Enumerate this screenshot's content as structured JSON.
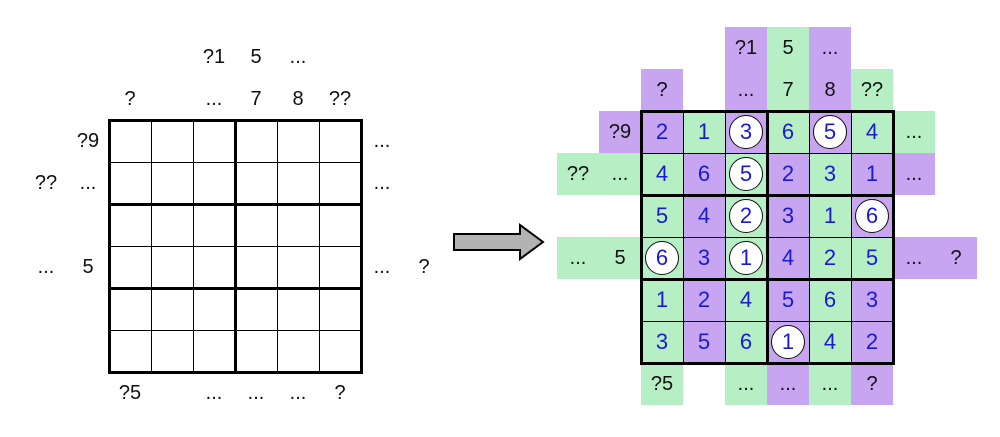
{
  "colors": {
    "green": "#b5efc3",
    "purple": "#c7a5f0",
    "digit": "#1a1ad6",
    "grid": "#000000",
    "clue_text": "#111111",
    "arrow_fill": "#b3b3b3"
  },
  "puzzle": {
    "top_outer": [
      "",
      "",
      "?1",
      "5",
      "...",
      ""
    ],
    "top_inner": [
      "?",
      "",
      "...",
      "7",
      "8",
      "??"
    ],
    "left_inner": [
      "?9",
      "...",
      "",
      "5",
      "",
      ""
    ],
    "left_outer": [
      "",
      "??",
      "",
      "...",
      "",
      ""
    ],
    "right_inner": [
      "...",
      "...",
      "",
      "...",
      "",
      ""
    ],
    "right_outer": [
      "",
      "",
      "",
      "?",
      "",
      ""
    ],
    "bottom_inner": [
      "?5",
      "",
      "...",
      "...",
      "...",
      "?"
    ]
  },
  "solution": {
    "grid": [
      [
        2,
        1,
        3,
        6,
        5,
        4
      ],
      [
        4,
        6,
        5,
        2,
        3,
        1
      ],
      [
        5,
        4,
        2,
        3,
        1,
        6
      ],
      [
        6,
        3,
        1,
        4,
        2,
        5
      ],
      [
        1,
        2,
        4,
        5,
        6,
        3
      ],
      [
        3,
        5,
        6,
        1,
        4,
        2
      ]
    ],
    "cell_colors": [
      [
        "purple",
        "green",
        "purple",
        "green",
        "purple",
        "green"
      ],
      [
        "green",
        "purple",
        "green",
        "purple",
        "green",
        "purple"
      ],
      [
        "green",
        "purple",
        "green",
        "purple",
        "green",
        "purple"
      ],
      [
        "green",
        "purple",
        "green",
        "purple",
        "green",
        "green"
      ],
      [
        "green",
        "purple",
        "green",
        "purple",
        "green",
        "purple"
      ],
      [
        "green",
        "purple",
        "green",
        "purple",
        "green",
        "purple"
      ]
    ],
    "circled": [
      [
        0,
        2
      ],
      [
        0,
        4
      ],
      [
        1,
        2
      ],
      [
        2,
        2
      ],
      [
        2,
        5
      ],
      [
        3,
        0
      ],
      [
        3,
        2
      ],
      [
        5,
        3
      ]
    ],
    "top_outer": [
      "",
      "",
      "?1",
      "5",
      "...",
      ""
    ],
    "top_outer_colors": [
      "",
      "",
      "purple",
      "green",
      "purple",
      ""
    ],
    "top_inner": [
      "?",
      "",
      "...",
      "7",
      "8",
      "??"
    ],
    "top_inner_colors": [
      "purple",
      "",
      "purple",
      "green",
      "purple",
      "green"
    ],
    "left_inner": [
      "?9",
      "...",
      "",
      "5",
      "",
      ""
    ],
    "left_inner_colors": [
      "purple",
      "green",
      "",
      "green",
      "",
      ""
    ],
    "left_outer": [
      "",
      "??",
      "",
      "...",
      "",
      ""
    ],
    "left_outer_colors": [
      "",
      "green",
      "",
      "green",
      "",
      ""
    ],
    "right_inner": [
      "...",
      "...",
      "",
      "...",
      "",
      ""
    ],
    "right_inner_colors": [
      "green",
      "purple",
      "",
      "purple",
      "",
      ""
    ],
    "right_outer": [
      "",
      "",
      "",
      "?",
      "",
      ""
    ],
    "right_outer_colors": [
      "",
      "",
      "",
      "purple",
      "",
      ""
    ],
    "bottom_inner": [
      "?5",
      "",
      "...",
      "...",
      "...",
      "?"
    ],
    "bottom_inner_colors": [
      "green",
      "",
      "green",
      "purple",
      "green",
      "purple"
    ]
  }
}
